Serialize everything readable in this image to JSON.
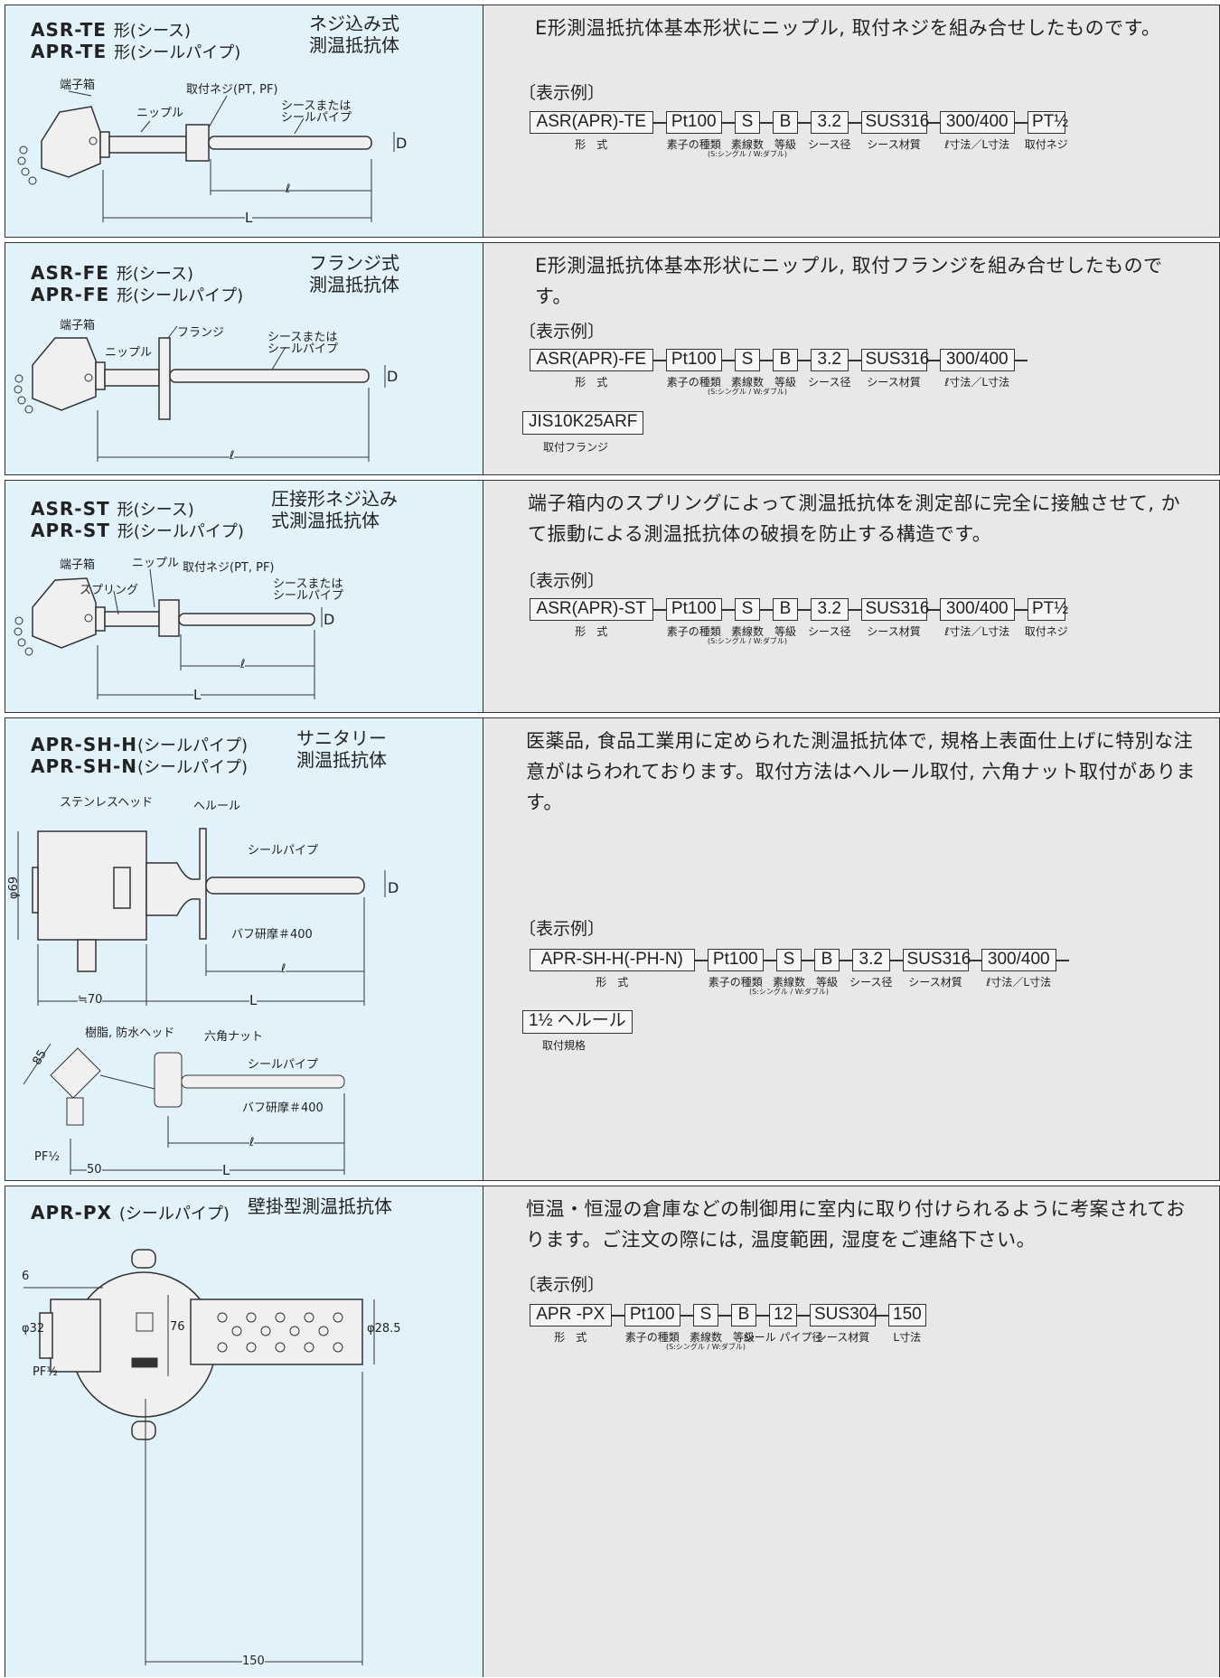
{
  "sections": [
    {
      "model_lines": [
        {
          "code": "ASR-TE",
          "suffix": "形(シース)"
        },
        {
          "code": "APR-TE",
          "suffix": "形(シールパイプ)"
        }
      ],
      "kind": [
        "ネジ込み式",
        "測温抵抗体"
      ],
      "description": "E形測温抵抗体基本形状にニップル, 取付ネジを組み合せしたものです。",
      "example_title": "〔表示例〕",
      "code_items": [
        {
          "value": "ASR(APR)-TE",
          "label": "形　式"
        },
        {
          "value": "Pt100",
          "label": "素子の種類"
        },
        {
          "value": "S",
          "label": "素線数",
          "note": "(S:シングル / W:ダブル)"
        },
        {
          "value": "B",
          "label": "等級"
        },
        {
          "value": "3.2",
          "label": "シース径"
        },
        {
          "value": "SUS316",
          "label": "シース材質"
        },
        {
          "value": "300/400",
          "label": "ℓ寸法／L寸法"
        },
        {
          "value": "PT½",
          "label": "取付ネジ"
        }
      ],
      "diagram_labels": {
        "terminal_box": "端子箱",
        "nipple": "ニップル",
        "thread": "取付ネジ(PT, PF)",
        "sheath": "シースまたは",
        "sheath2": "シールパイプ",
        "d": "D",
        "l_small": "ℓ",
        "l_big": "L"
      }
    },
    {
      "model_lines": [
        {
          "code": "ASR-FE",
          "suffix": "形(シース)"
        },
        {
          "code": "APR-FE",
          "suffix": "形(シールパイプ)"
        }
      ],
      "kind": [
        "フランジ式",
        "測温抵抗体"
      ],
      "description": "E形測温抵抗体基本形状にニップル, 取付フランジを組み合せしたものです。",
      "example_title": "〔表示例〕",
      "code_items": [
        {
          "value": "ASR(APR)-FE",
          "label": "形　式"
        },
        {
          "value": "Pt100",
          "label": "素子の種類"
        },
        {
          "value": "S",
          "label": "素線数",
          "note": "(S:シングル / W:ダブル)"
        },
        {
          "value": "B",
          "label": "等級"
        },
        {
          "value": "3.2",
          "label": "シース径"
        },
        {
          "value": "SUS316",
          "label": "シース材質"
        },
        {
          "value": "300/400",
          "label": "ℓ寸法／L寸法"
        }
      ],
      "extra": {
        "value": "JIS10K25ARF",
        "label": "取付フランジ"
      },
      "diagram_labels": {
        "terminal_box": "端子箱",
        "flange": "フランジ",
        "nipple": "ニップル",
        "sheath": "シースまたは",
        "sheath2": "シールパイプ",
        "d": "D",
        "l_small": "ℓ"
      }
    },
    {
      "model_lines": [
        {
          "code": "ASR-ST",
          "suffix": "形(シース)"
        },
        {
          "code": "APR-ST",
          "suffix": "形(シールパイプ)"
        }
      ],
      "kind": [
        "圧接形ネジ込み",
        "式測温抵抗体"
      ],
      "description": "端子箱内のスプリングによって測温抵抗体を測定部に完全に接触させて, かて振動による測温抵抗体の破損を防止する構造です。",
      "example_title": "〔表示例〕",
      "code_items": [
        {
          "value": "ASR(APR)-ST",
          "label": "形　式"
        },
        {
          "value": "Pt100",
          "label": "素子の種類"
        },
        {
          "value": "S",
          "label": "素線数",
          "note": "(S:シングル / W:ダブル)"
        },
        {
          "value": "B",
          "label": "等級"
        },
        {
          "value": "3.2",
          "label": "シース径"
        },
        {
          "value": "SUS316",
          "label": "シース材質"
        },
        {
          "value": "300/400",
          "label": "ℓ寸法／L寸法"
        },
        {
          "value": "PT½",
          "label": "取付ネジ"
        }
      ],
      "diagram_labels": {
        "terminal_box": "端子箱",
        "nipple": "ニップル",
        "thread": "取付ネジ(PT, PF)",
        "spring": "スプリング",
        "sheath": "シースまたは",
        "sheath2": "シールパイプ",
        "d": "D",
        "l_small": "ℓ",
        "l_big": "L"
      }
    },
    {
      "model_lines": [
        {
          "code": "APR-SH-H",
          "suffix": "(シールパイプ)"
        },
        {
          "code": "APR-SH-N",
          "suffix": "(シールパイプ)"
        }
      ],
      "kind": [
        "サニタリー",
        "測温抵抗体"
      ],
      "description": "医薬品, 食品工業用に定められた測温抵抗体で, 規格上表面仕上げに特別な注意がはらわれております。取付方法はヘルール取付, 六角ナット取付があります。",
      "example_title": "〔表示例〕",
      "code_items": [
        {
          "value": "APR-SH-H(-PH-N)",
          "label": "形　式"
        },
        {
          "value": "Pt100",
          "label": "素子の種類"
        },
        {
          "value": "S",
          "label": "素線数",
          "note": "(S:シングル / W:ダブル)"
        },
        {
          "value": "B",
          "label": "等級"
        },
        {
          "value": "3.2",
          "label": "シース径"
        },
        {
          "value": "SUS316",
          "label": "シース材質"
        },
        {
          "value": "300/400",
          "label": "ℓ寸法／L寸法"
        }
      ],
      "extra": {
        "value": "1½ ヘルール",
        "label": "取付規格"
      },
      "diagram_labels": {
        "head": "ステンレスヘッド",
        "ferrule": "ヘルール",
        "pipe": "シールパイプ",
        "buff": "バフ研摩＃400",
        "phi": "φ69",
        "d": "D",
        "l_small": "ℓ",
        "approx": "≒70",
        "l_big": "L",
        "resin": "樹脂, 防水ヘッド",
        "hexnut": "六角ナット",
        "pipe2": "シールパイプ",
        "buff2": "バフ研摩＃400",
        "dim85": "85",
        "pf": "PF½",
        "dim50": "50",
        "l_small2": "ℓ",
        "l_big2": "L"
      }
    },
    {
      "model_lines": [
        {
          "code": "APR-PX",
          "suffix": "(シールパイプ)"
        }
      ],
      "kind": [
        "壁掛型測温抵抗体"
      ],
      "description": "恒温・恒湿の倉庫などの制御用に室内に取り付けられるように考案されております。ご注文の際には, 温度範囲, 湿度をご連絡下さい。",
      "example_title": "〔表示例〕",
      "code_items": [
        {
          "value": "APR -PX",
          "label": "形　式"
        },
        {
          "value": "Pt100",
          "label": "素子の種類"
        },
        {
          "value": "S",
          "label": "素線数",
          "note": "(S:シングル / W:ダブル)"
        },
        {
          "value": "B",
          "label": "等級"
        },
        {
          "value": "12",
          "label": "シール パイプ径"
        },
        {
          "value": "SUS304",
          "label": "シース材質"
        },
        {
          "value": "150",
          "label": "L寸法"
        }
      ],
      "diagram_labels": {
        "dim6": "6",
        "phi32": "φ32",
        "pf": "PF½",
        "dim76": "76",
        "phi285": "φ28.5",
        "dim150": "150"
      }
    }
  ]
}
